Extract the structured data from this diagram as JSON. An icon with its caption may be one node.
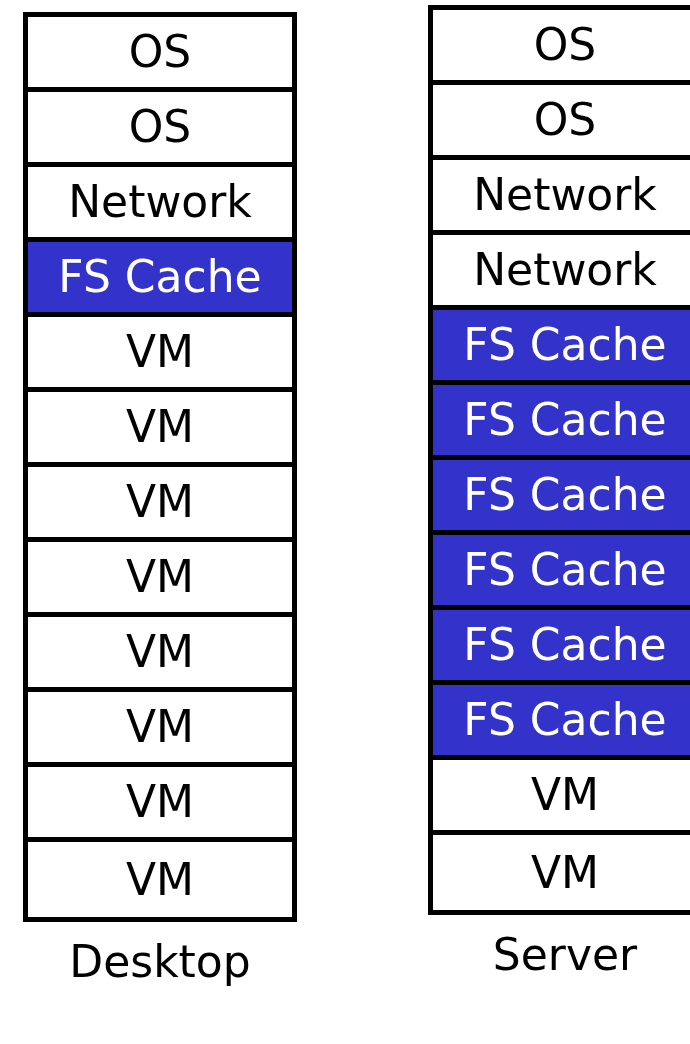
{
  "diagram": {
    "nodes": [
      {
        "text": [
          "Desktop"
        ]
      },
      {
        "text": [
          "OS"
        ],
        "in": 0
      },
      {
        "text": [
          "OS"
        ],
        "in": 0
      },
      {
        "text": [
          "Network"
        ],
        "in": 0
      },
      {
        "text": [
          "FS Cache"
        ],
        "in": 0
      },
      {
        "text": [
          "VM"
        ],
        "in": 0
      },
      {
        "text": [
          "VM"
        ],
        "in": 0
      },
      {
        "text": [
          "VM"
        ],
        "in": 0
      },
      {
        "text": [
          "VM"
        ],
        "in": 0
      },
      {
        "text": [
          "VM"
        ],
        "in": 0
      },
      {
        "text": [
          "VM"
        ],
        "in": 0
      },
      {
        "text": [
          "VM"
        ],
        "in": 0
      },
      {
        "text": [
          "VM"
        ],
        "in": 0
      },
      {
        "text": [
          "Server"
        ]
      },
      {
        "text": [
          "OS"
        ],
        "in": 13
      },
      {
        "text": [
          "OS"
        ],
        "in": 13
      },
      {
        "text": [
          "Network"
        ],
        "in": 13
      },
      {
        "text": [
          "Network"
        ],
        "in": 13
      },
      {
        "text": [
          "FS Cache"
        ],
        "in": 13
      },
      {
        "text": [
          "FS Cache"
        ],
        "in": 13
      },
      {
        "text": [
          "FS Cache"
        ],
        "in": 13
      },
      {
        "text": [
          "FS Cache"
        ],
        "in": 13
      },
      {
        "text": [
          "FS Cache"
        ],
        "in": 13
      },
      {
        "text": [
          "FS Cache"
        ],
        "in": 13
      },
      {
        "text": [
          "VM"
        ],
        "in": 13
      },
      {
        "text": [
          "VM"
        ],
        "in": 13
      }
    ]
  }
}
